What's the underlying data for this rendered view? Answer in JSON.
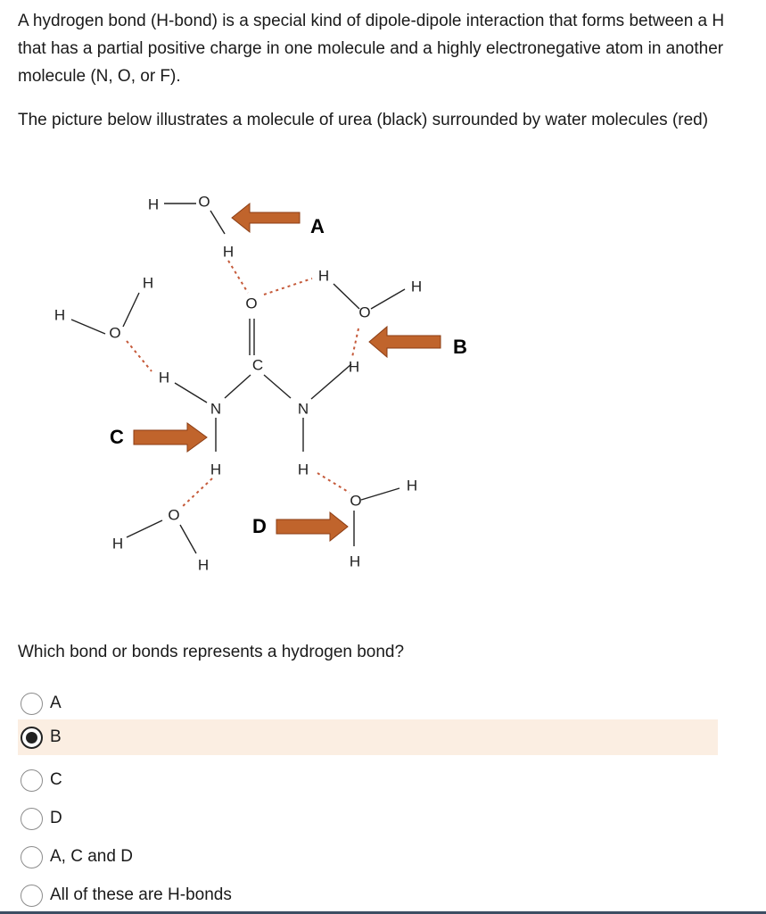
{
  "intro": "A hydrogen bond (H-bond) is a special kind of dipole-dipole interaction that forms between a H that has a partial positive charge in one molecule and a highly electronegative atom in another molecule (N, O, or F).",
  "caption": "The picture below illustrates a molecule of urea (black) surrounded by water molecules (red)",
  "diagram": {
    "atoms": {
      "H": "H",
      "O": "O",
      "N": "N",
      "C": "C"
    },
    "arrow_labels": {
      "a": "A",
      "b": "B",
      "c": "C",
      "d": "D"
    },
    "arrow_color": "#c0642c"
  },
  "question": "Which bond or bonds represents a hydrogen bond?",
  "options": [
    {
      "label": "A",
      "selected": false
    },
    {
      "label": "B",
      "selected": true
    },
    {
      "label": "C",
      "selected": false
    },
    {
      "label": "D",
      "selected": false
    },
    {
      "label": "A, C and D",
      "selected": false
    },
    {
      "label": "All of these are H-bonds",
      "selected": false
    }
  ],
  "colors": {
    "selected_bg": "#fbeee2",
    "text": "#1a1a1a"
  }
}
